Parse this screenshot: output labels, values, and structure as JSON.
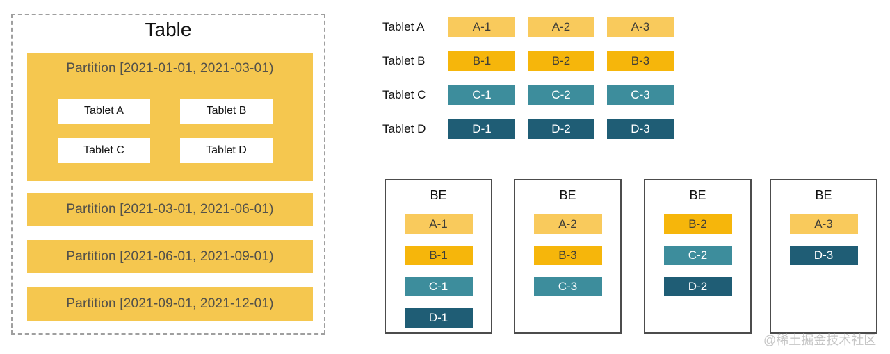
{
  "table": {
    "title": "Table",
    "partitions": [
      {
        "label": "Partition [2021-01-01, 2021-03-01)",
        "tablets": [
          "Tablet A",
          "Tablet B",
          "Tablet C",
          "Tablet D"
        ]
      },
      {
        "label": "Partition [2021-03-01, 2021-06-01)"
      },
      {
        "label": "Partition [2021-06-01, 2021-09-01)"
      },
      {
        "label": "Partition [2021-09-01, 2021-12-01)"
      }
    ]
  },
  "tablet_rows": [
    {
      "label": "Tablet A",
      "replicas": [
        "A-1",
        "A-2",
        "A-3"
      ]
    },
    {
      "label": "Tablet B",
      "replicas": [
        "B-1",
        "B-2",
        "B-3"
      ]
    },
    {
      "label": "Tablet C",
      "replicas": [
        "C-1",
        "C-2",
        "C-3"
      ]
    },
    {
      "label": "Tablet D",
      "replicas": [
        "D-1",
        "D-2",
        "D-3"
      ]
    }
  ],
  "be_nodes": [
    {
      "title": "BE",
      "replicas": [
        "A-1",
        "B-1",
        "C-1",
        "D-1"
      ]
    },
    {
      "title": "BE",
      "replicas": [
        "A-2",
        "B-3",
        "C-3"
      ]
    },
    {
      "title": "BE",
      "replicas": [
        "B-2",
        "C-2",
        "D-2"
      ]
    },
    {
      "title": "BE",
      "replicas": [
        "A-3",
        "D-3"
      ]
    }
  ],
  "watermark": "@稀土掘金技术社区",
  "colors": {
    "partition_yellow": "#F5C74F",
    "replica_amber": "#F9CA5C",
    "replica_gold": "#F6B60B",
    "replica_teal": "#3D8D9C",
    "replica_darkteal": "#1F5D75",
    "dashed_border": "#9f9f9f",
    "be_border": "#4c4c4c",
    "partition_label_text": "#53514A",
    "watermark_gray": "#c6c6c6"
  }
}
